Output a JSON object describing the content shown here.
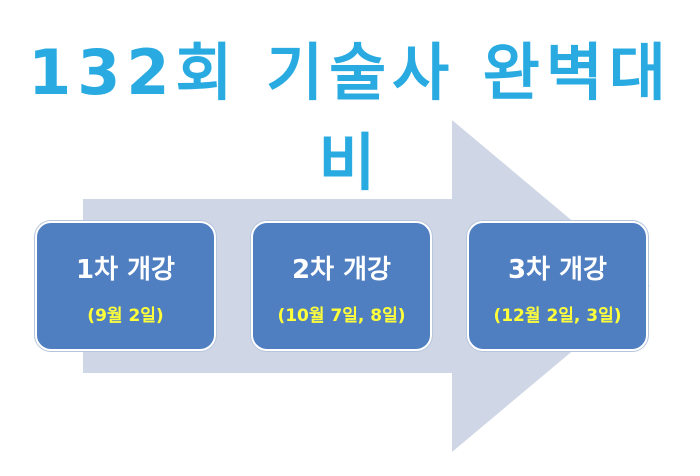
{
  "title": "132회 기술사 완벽대비",
  "colors": {
    "title": "#29abe2",
    "arrow": "#cfd6e6",
    "box": "#4f7fc1",
    "box_text": "#ffffff",
    "date_text": "#ffff3a"
  },
  "steps": [
    {
      "label": "1차 개강",
      "date": "(9월 2일)"
    },
    {
      "label": "2차 개강",
      "date": "(10월 7일, 8일)"
    },
    {
      "label": "3차 개강",
      "date": "(12월 2일, 3일)"
    }
  ]
}
